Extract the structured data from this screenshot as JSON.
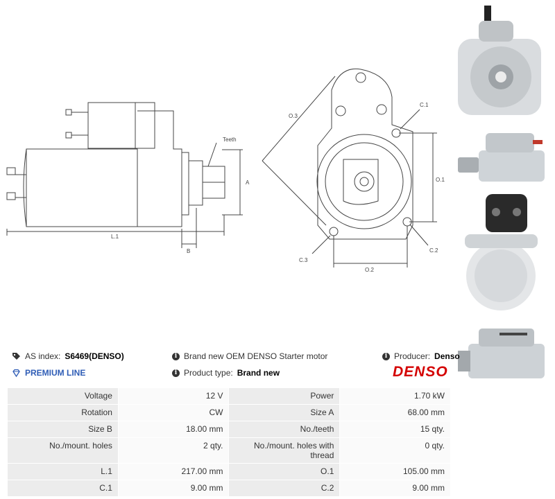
{
  "drawing": {
    "labels": {
      "teeth": "Teeth",
      "a": "A",
      "b": "B",
      "l1": "L.1",
      "o3": "O.3",
      "c1": "C.1",
      "o1": "O.1",
      "c2": "C.2",
      "c3": "C.3",
      "o2": "O.2"
    }
  },
  "info": {
    "as_index_label": "AS index:",
    "as_index_value": "S6469(DENSO)",
    "premium_line": "PREMIUM LINE",
    "description": "Brand new OEM DENSO Starter motor",
    "product_type_label": "Product type:",
    "product_type_value": "Brand new",
    "producer_label": "Producer:",
    "producer_value": "Denso",
    "brand_logo": "DENSO"
  },
  "specs": [
    {
      "l1": "Voltage",
      "v1": "12 V",
      "l2": "Power",
      "v2": "1.70 kW"
    },
    {
      "l1": "Rotation",
      "v1": "CW",
      "l2": "Size A",
      "v2": "68.00 mm"
    },
    {
      "l1": "Size B",
      "v1": "18.00 mm",
      "l2": "No./teeth",
      "v2": "15 qty."
    },
    {
      "l1": "No./mount. holes",
      "v1": "2 qty.",
      "l2": "No./mount. holes with thread",
      "v2": "0 qty."
    },
    {
      "l1": "L.1",
      "v1": "217.00 mm",
      "l2": "O.1",
      "v2": "105.00 mm"
    },
    {
      "l1": "C.1",
      "v1": "9.00 mm",
      "l2": "C.2",
      "v2": "9.00 mm"
    }
  ],
  "colors": {
    "accent_blue": "#2f5db6",
    "brand_red": "#d40000"
  }
}
